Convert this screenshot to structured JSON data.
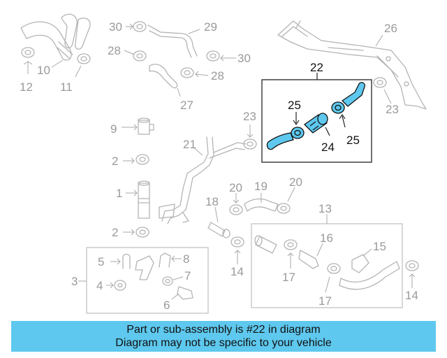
{
  "callouts": {
    "c30a": "30",
    "c29": "29",
    "c26": "26",
    "c28a": "28",
    "c30b": "30",
    "c28b": "28",
    "c27": "27",
    "c10": "10",
    "c12": "12",
    "c11": "11",
    "c22": "22",
    "c25a": "25",
    "c25b": "25",
    "c24": "24",
    "c23a": "23",
    "c23b": "23",
    "c9": "9",
    "c2a": "2",
    "c21": "21",
    "c1": "1",
    "c2b": "2",
    "c20a": "20",
    "c19": "19",
    "c20b": "20",
    "c18": "18",
    "c14a": "14",
    "c13": "13",
    "c16": "16",
    "c15": "15",
    "c17a": "17",
    "c17b": "17",
    "c14b": "14",
    "c3": "3",
    "c5": "5",
    "c8": "8",
    "c4": "4",
    "c7": "7",
    "c6": "6"
  },
  "colors": {
    "highlight": "#5ec8ee",
    "part_line": "#b4b4b4",
    "label_gray": "#9a9a9a"
  },
  "footer": {
    "line1": "Part or sub-assembly is #22 in diagram",
    "line2": "Diagram may not be specific to your vehicle"
  }
}
